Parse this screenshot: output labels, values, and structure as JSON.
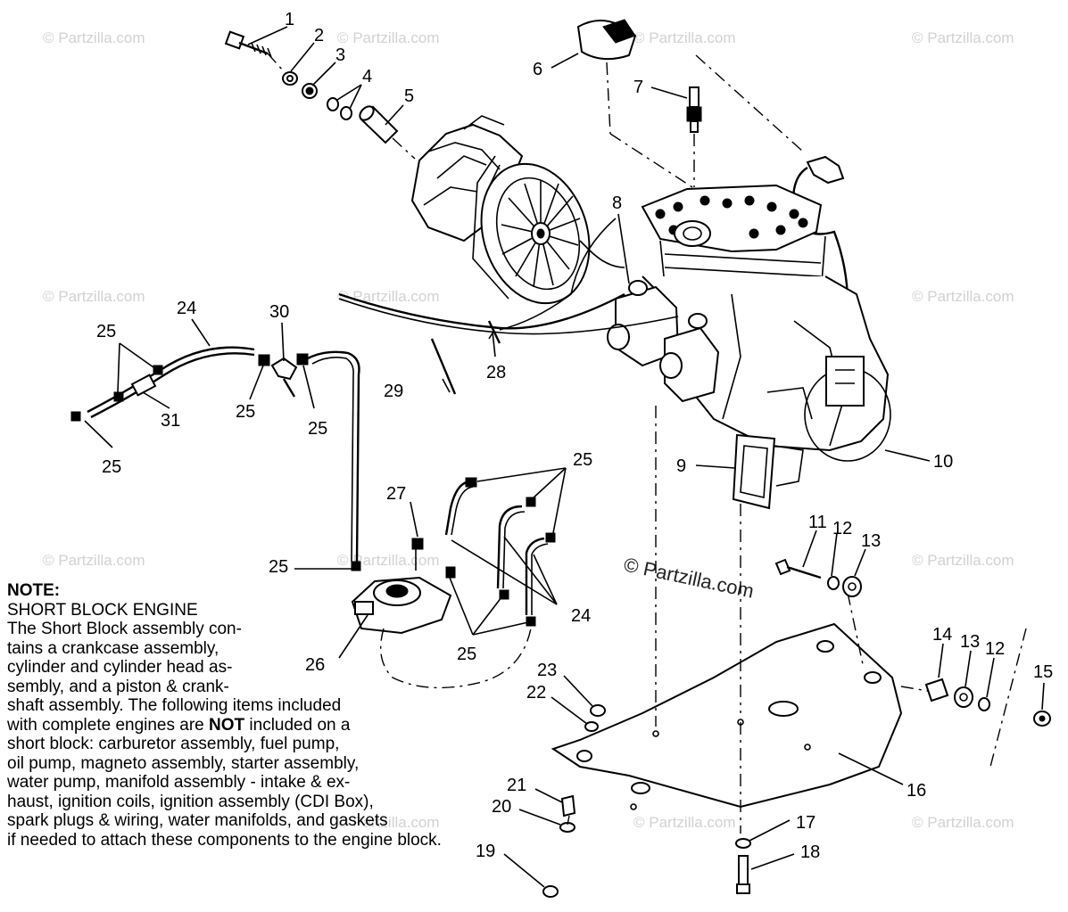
{
  "watermark_text": "© Partzilla.com",
  "watermark_center": "© Partzilla.com",
  "callouts": {
    "c1": "1",
    "c2": "2",
    "c3": "3",
    "c4": "4",
    "c5": "5",
    "c6": "6",
    "c7": "7",
    "c8": "8",
    "c9": "9",
    "c10": "10",
    "c11": "11",
    "c12a": "12",
    "c12b": "12",
    "c13a": "13",
    "c13b": "13",
    "c14": "14",
    "c15": "15",
    "c16": "16",
    "c17": "17",
    "c18": "18",
    "c19": "19",
    "c20": "20",
    "c21": "21",
    "c22": "22",
    "c23": "23",
    "c24a": "24",
    "c24b": "24",
    "c25a": "25",
    "c25b": "25",
    "c25c": "25",
    "c25d": "25",
    "c25e": "25",
    "c25f": "25",
    "c25g": "25",
    "c26": "26",
    "c27": "27",
    "c28": "28",
    "c29": "29",
    "c30": "30",
    "c31": "31"
  },
  "note": {
    "title": "NOTE:",
    "line1": "SHORT BLOCK ENGINE",
    "line2": "The Short Block assembly con-",
    "line3": "tains a crankcase assembly,",
    "line4": "cylinder and cylinder head as-",
    "line5": "sembly, and a piston & crank-",
    "line6": "shaft assembly.  The following items included",
    "line7_pre": "with complete engines are ",
    "line7_bold": "NOT",
    "line7_post": " included on a",
    "line8": "short block:  carburetor assembly, fuel pump,",
    "line9": "oil pump, magneto assembly, starter assembly,",
    "line10": "water pump, manifold assembly - intake & ex-",
    "line11": "haust, ignition coils, ignition assembly (CDI Box),",
    "line12": "spark plugs & wiring, water manifolds, and gaskets",
    "line13": "if needed to attach these components to the engine block."
  }
}
